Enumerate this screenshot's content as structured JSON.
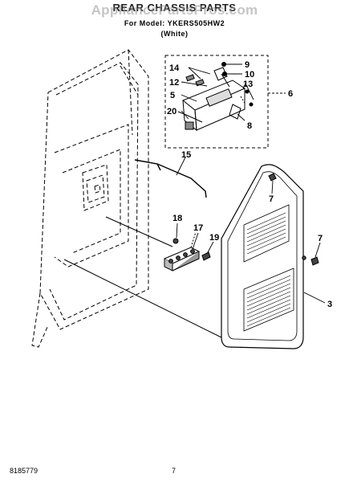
{
  "header": {
    "title": "REAR CHASSIS PARTS",
    "model": "For Model: YKERS505HW2",
    "color": "(White)"
  },
  "watermark": "AppliancePartsPros.com",
  "callouts": [
    "9",
    "14",
    "10",
    "12",
    "13",
    "6",
    "5",
    "20",
    "8",
    "15",
    "7",
    "18",
    "17",
    "19",
    "7",
    "3"
  ],
  "footer": {
    "part_number": "8185779",
    "page": "7"
  }
}
